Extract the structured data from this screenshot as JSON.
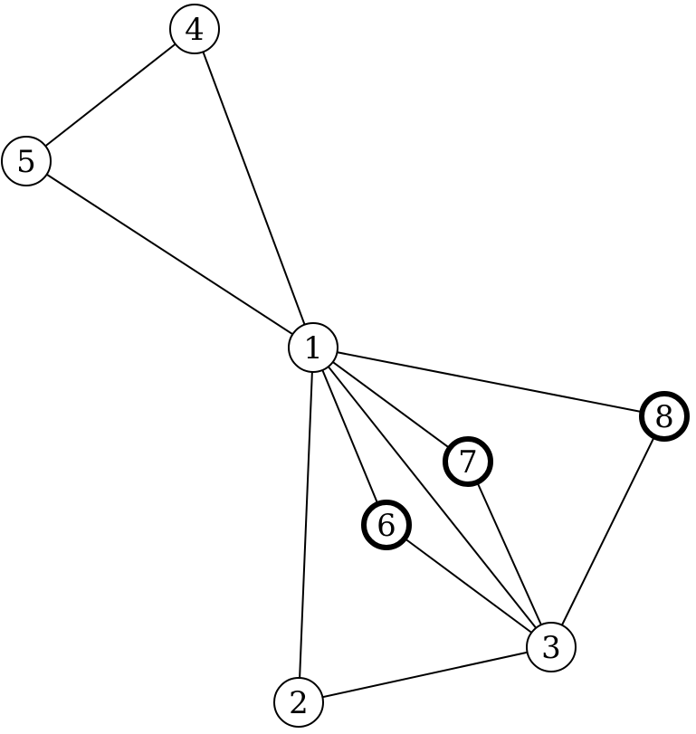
{
  "graph": {
    "nodes": [
      {
        "id": "1",
        "label": "1",
        "highlighted": false
      },
      {
        "id": "2",
        "label": "2",
        "highlighted": false
      },
      {
        "id": "3",
        "label": "3",
        "highlighted": false
      },
      {
        "id": "4",
        "label": "4",
        "highlighted": false
      },
      {
        "id": "5",
        "label": "5",
        "highlighted": false
      },
      {
        "id": "6",
        "label": "6",
        "highlighted": true
      },
      {
        "id": "7",
        "label": "7",
        "highlighted": true
      },
      {
        "id": "8",
        "label": "8",
        "highlighted": true
      }
    ],
    "edges": [
      [
        "4",
        "5"
      ],
      [
        "4",
        "1"
      ],
      [
        "5",
        "1"
      ],
      [
        "1",
        "8"
      ],
      [
        "1",
        "7"
      ],
      [
        "1",
        "6"
      ],
      [
        "1",
        "3"
      ],
      [
        "1",
        "2"
      ],
      [
        "7",
        "3"
      ],
      [
        "6",
        "3"
      ],
      [
        "8",
        "3"
      ],
      [
        "2",
        "3"
      ]
    ]
  }
}
